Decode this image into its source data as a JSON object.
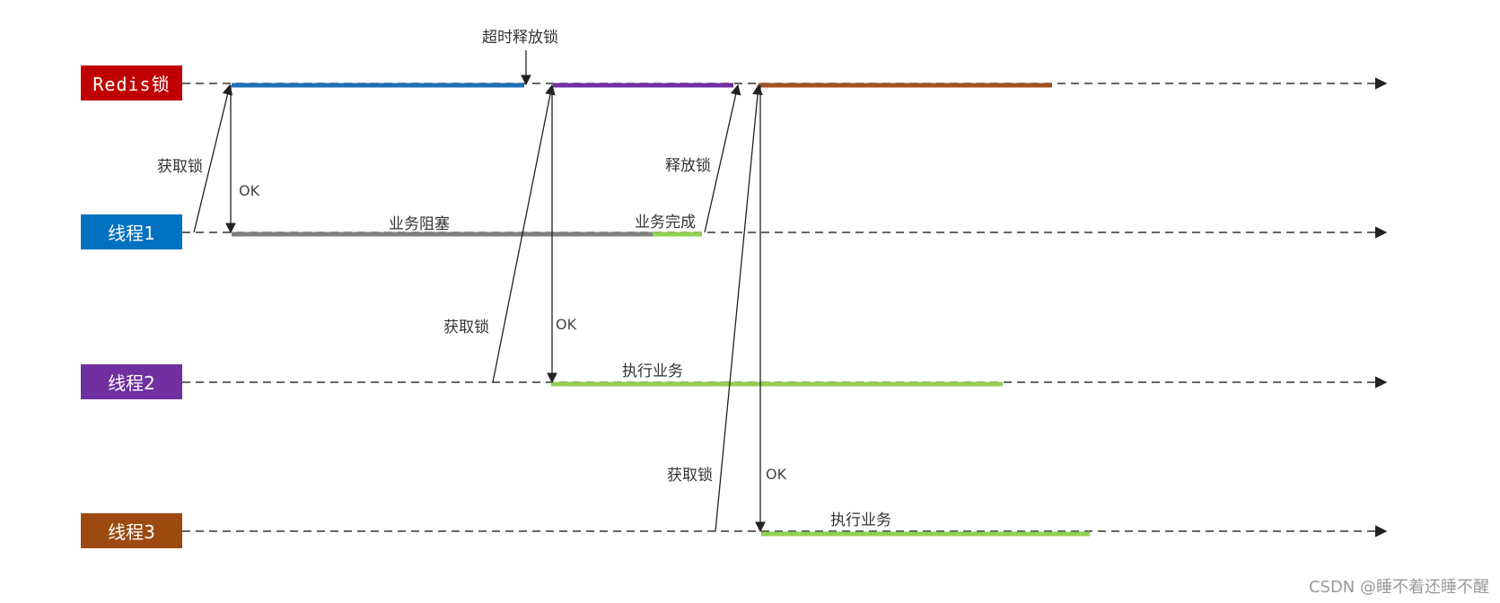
{
  "lanes": {
    "redis": {
      "label": "Redis锁",
      "color": "#c00000"
    },
    "t1": {
      "label": "线程1",
      "color": "#0070c0"
    },
    "t2": {
      "label": "线程2",
      "color": "#7030a0"
    },
    "t3": {
      "label": "线程3",
      "color": "#9c4a10"
    }
  },
  "notes": {
    "timeout_release": "超时释放锁",
    "acquire_lock": "获取锁",
    "release_lock": "释放锁",
    "ok": "OK",
    "business_blocked": "业务阻塞",
    "business_done": "业务完成",
    "execute_business": "执行业务"
  },
  "colors": {
    "lock_t1": "#1f6fb5",
    "lock_t2": "#7030a0",
    "lock_t3": "#a0521f",
    "blocked": "#808080",
    "active": "#92d050",
    "timeline": "#333333"
  },
  "watermark": "CSDN @睡不着还睡不醒"
}
